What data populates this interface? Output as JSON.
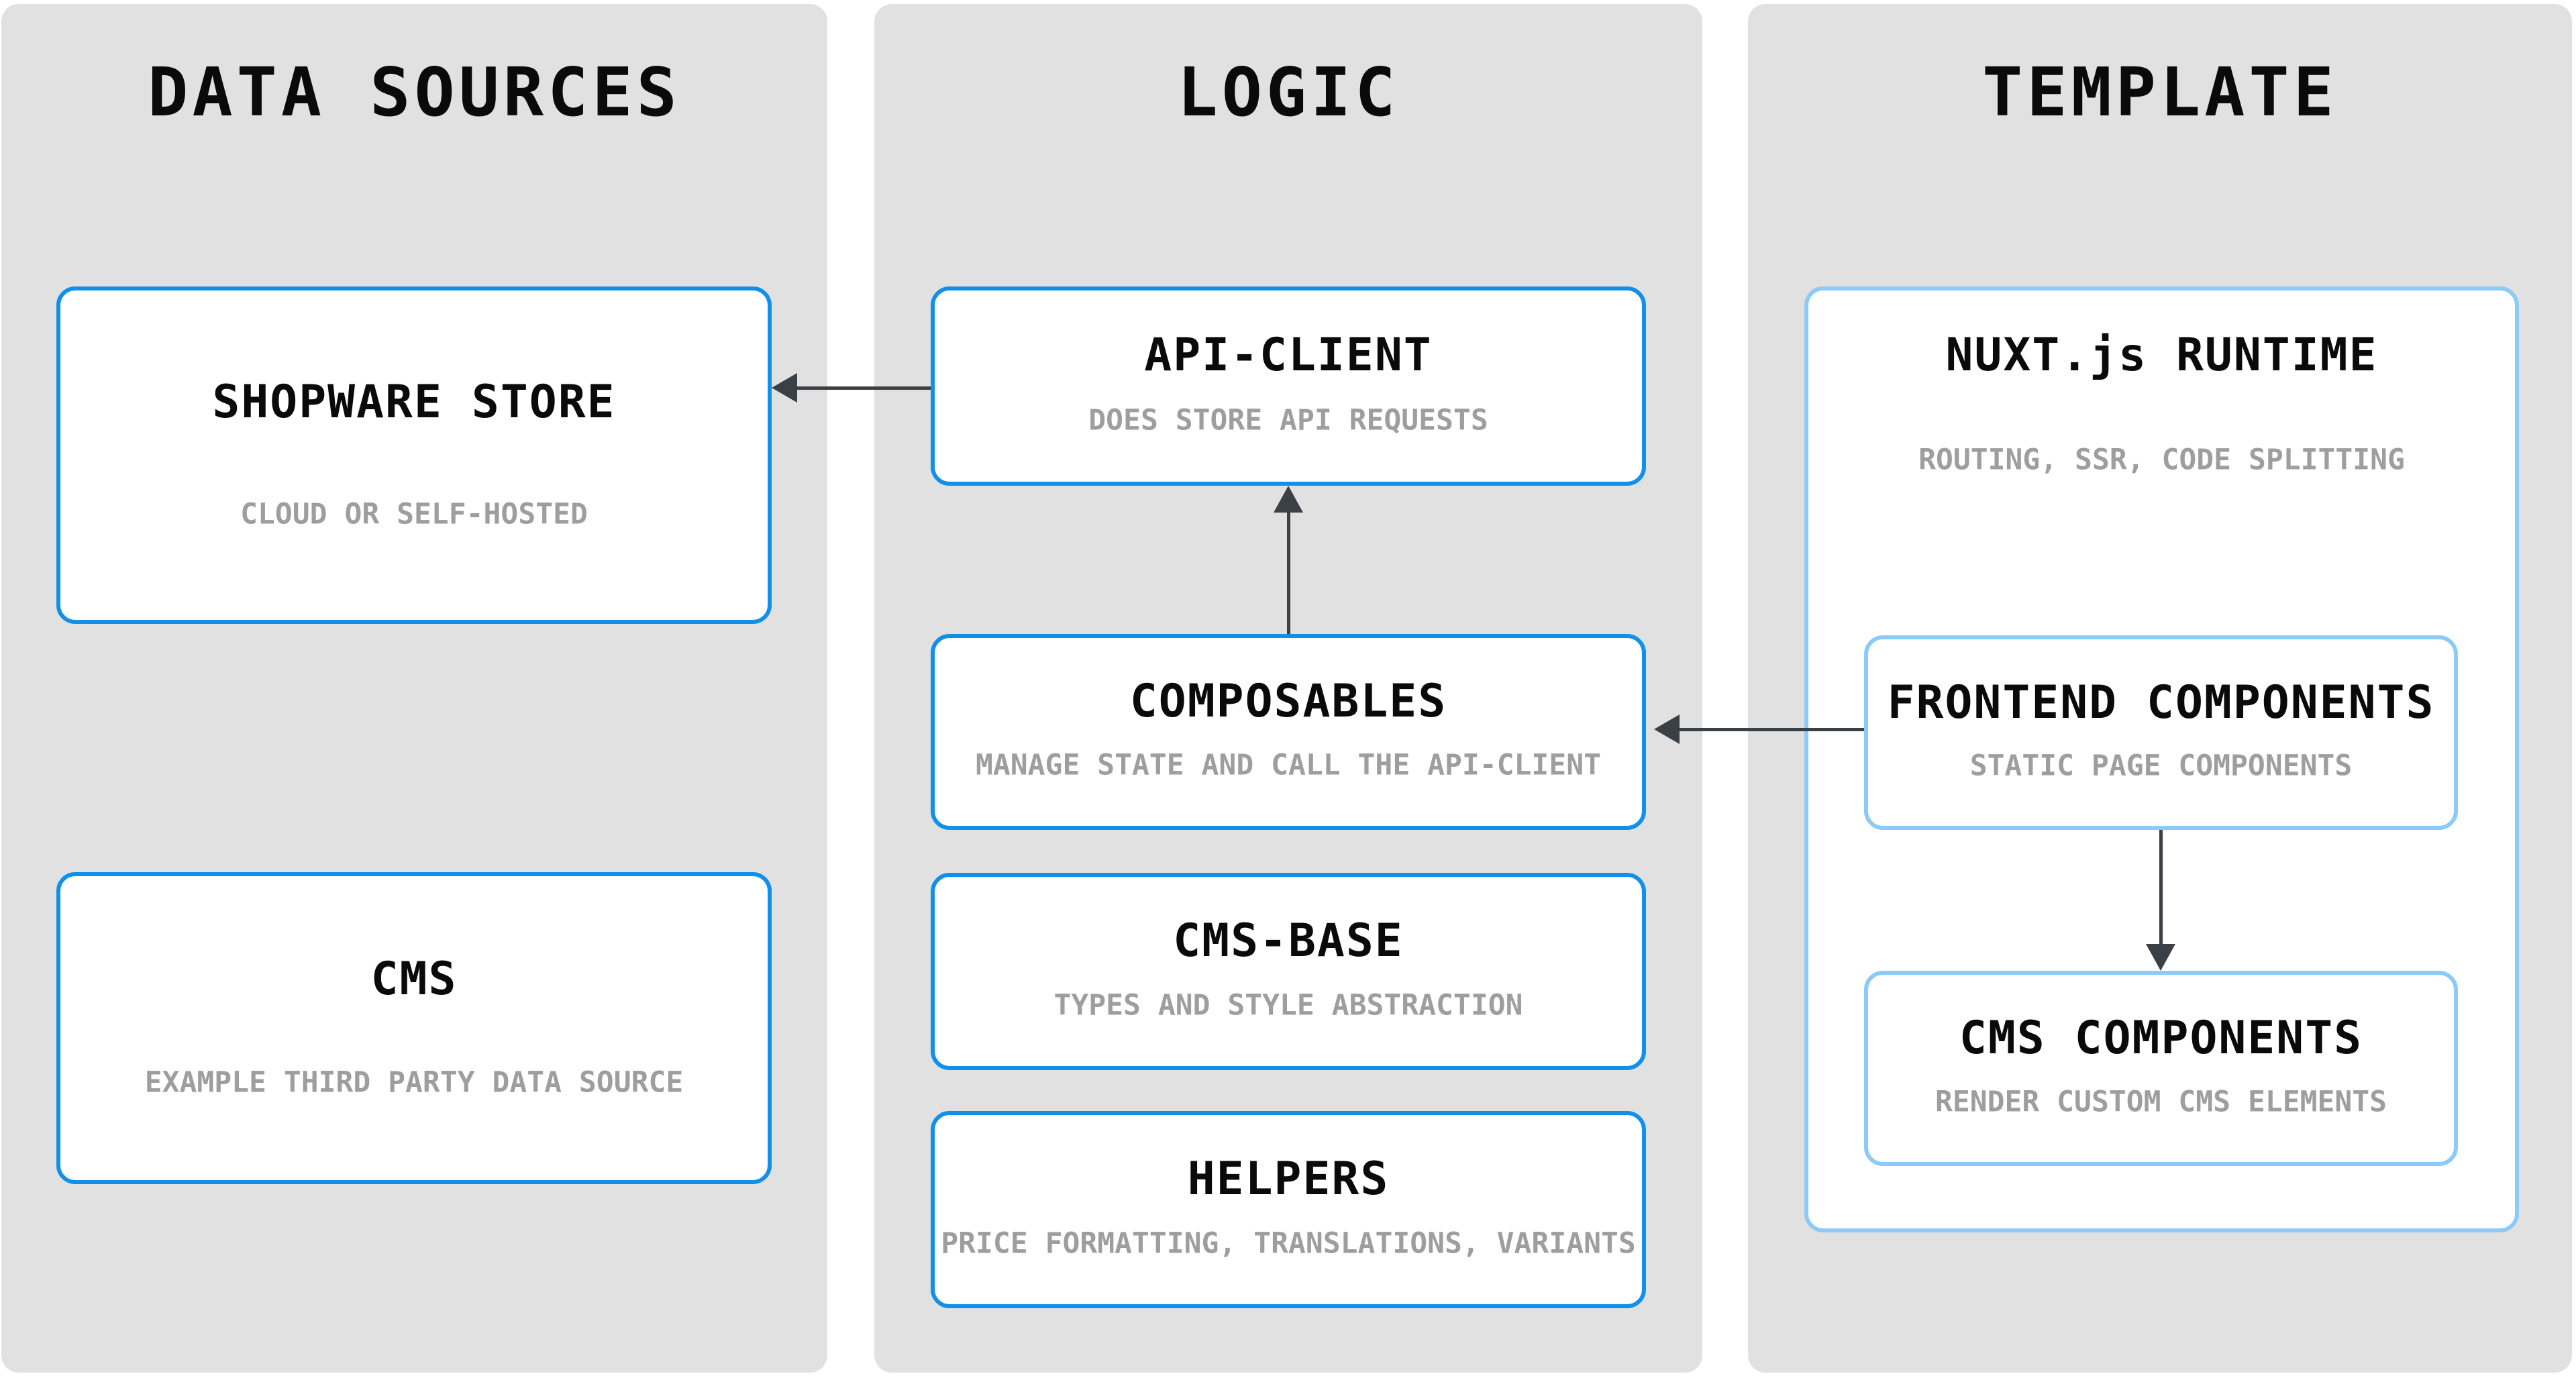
{
  "colors": {
    "accent_blue": "#1190e9",
    "light_blue": "#8ccaf8",
    "arrow": "#3b4046",
    "column_bg": "#e1e1e1",
    "box_bg": "#ffffff",
    "title_text": "#0a0a0a",
    "subtitle_text": "#9e9e9e"
  },
  "columns": [
    {
      "header": "DATA SOURCES",
      "boxes": [
        {
          "title": "SHOPWARE STORE",
          "subtitle": "CLOUD OR SELF-HOSTED"
        },
        {
          "title": "CMS",
          "subtitle": "EXAMPLE THIRD PARTY DATA SOURCE"
        }
      ]
    },
    {
      "header": "LOGIC",
      "boxes": [
        {
          "title": "API-CLIENT",
          "subtitle": "DOES STORE API REQUESTS"
        },
        {
          "title": "COMPOSABLES",
          "subtitle": "MANAGE STATE AND CALL THE API-CLIENT"
        },
        {
          "title": "CMS-BASE",
          "subtitle": "TYPES AND STYLE ABSTRACTION"
        },
        {
          "title": "HELPERS",
          "subtitle": "PRICE FORMATTING, TRANSLATIONS, VARIANTS"
        }
      ]
    },
    {
      "header": "TEMPLATE",
      "boxes": [
        {
          "title": "NUXT.js RUNTIME",
          "subtitle": "ROUTING, SSR, CODE SPLITTING",
          "children": [
            {
              "title": "FRONTEND COMPONENTS",
              "subtitle": "STATIC PAGE COMPONENTS"
            },
            {
              "title": "CMS COMPONENTS",
              "subtitle": "RENDER CUSTOM CMS ELEMENTS"
            }
          ]
        }
      ]
    }
  ],
  "arrows": [
    {
      "from": "api-client",
      "to": "shopware-store",
      "direction": "left"
    },
    {
      "from": "composables",
      "to": "api-client",
      "direction": "up"
    },
    {
      "from": "frontend-components",
      "to": "composables",
      "direction": "left"
    },
    {
      "from": "frontend-components",
      "to": "cms-components",
      "direction": "down"
    }
  ]
}
